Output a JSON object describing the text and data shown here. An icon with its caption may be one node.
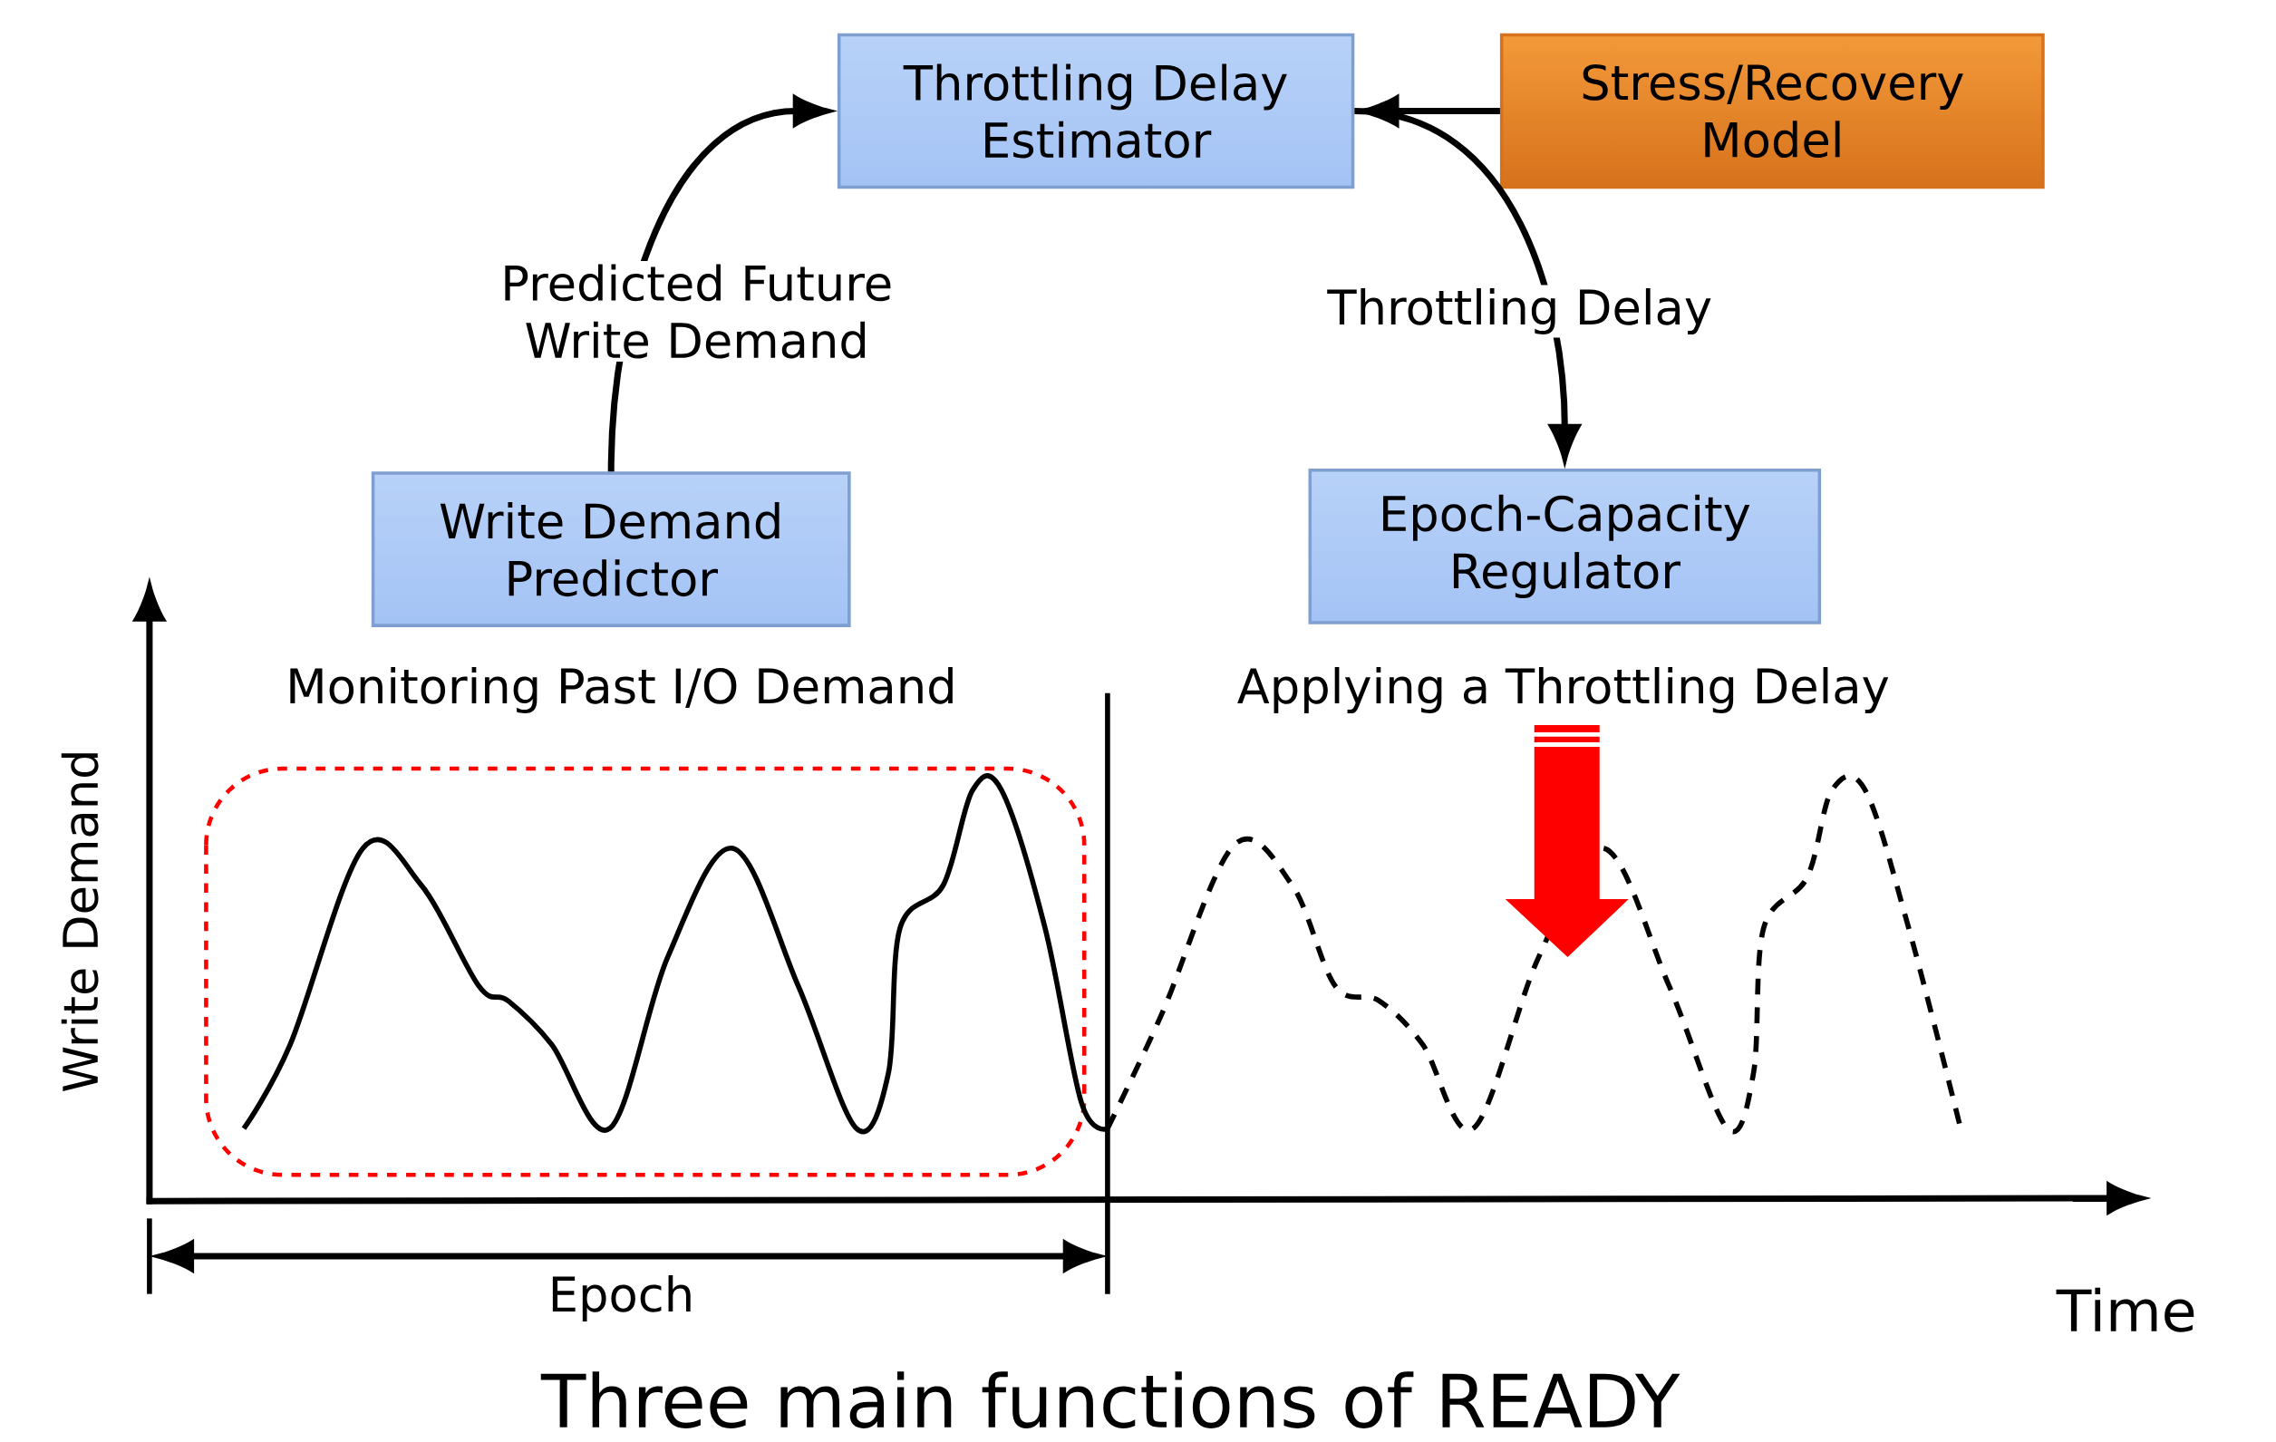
{
  "diagram": {
    "caption": "Three main functions of READY",
    "nodes": [
      {
        "text": [
          "Throttling Delay Estimator"
        ]
      },
      {
        "text": [
          "Stress/Recovery Model"
        ]
      },
      {
        "text": [
          "Write Demand Predictor"
        ]
      },
      {
        "text": [
          "Epoch-Capacity Regulator"
        ]
      }
    ],
    "edges": [
      {
        "from": 2,
        "to": 0,
        "arrow": "to",
        "label": "Predicted Future Write Demand"
      },
      {
        "from": 1,
        "to": 0,
        "arrow": "to"
      },
      {
        "from": 0,
        "to": 3,
        "arrow": "to",
        "label": "Throttling Delay"
      }
    ],
    "labels": [
      "Monitoring Past I/O Demand",
      "Applying a Throttling Delay",
      "Write Demand",
      "Epoch",
      "Time"
    ]
  }
}
